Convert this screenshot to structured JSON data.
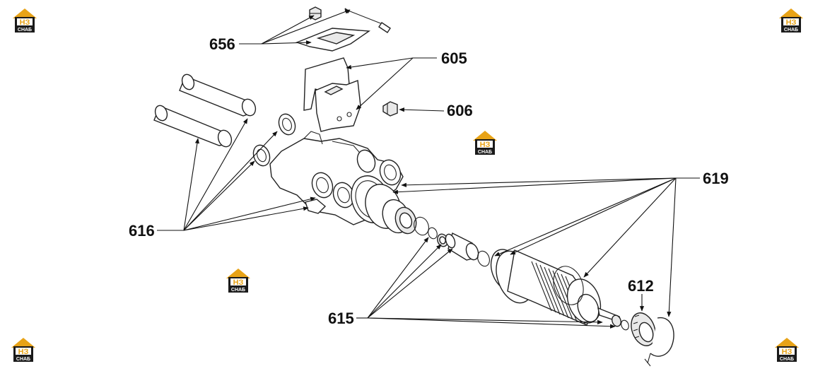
{
  "diagram": {
    "callouts": [
      {
        "id": "656",
        "label": "656"
      },
      {
        "id": "605",
        "label": "605"
      },
      {
        "id": "606",
        "label": "606"
      },
      {
        "id": "619",
        "label": "619"
      },
      {
        "id": "616",
        "label": "616"
      },
      {
        "id": "612",
        "label": "612"
      },
      {
        "id": "615",
        "label": "615"
      }
    ]
  },
  "watermark": {
    "letters": "НЗ",
    "caption": "СНАБ",
    "colors": {
      "roof": "#e8a317",
      "box": "#1a1a1a",
      "letter": "#e8a317",
      "caption": "#ffffff"
    }
  }
}
